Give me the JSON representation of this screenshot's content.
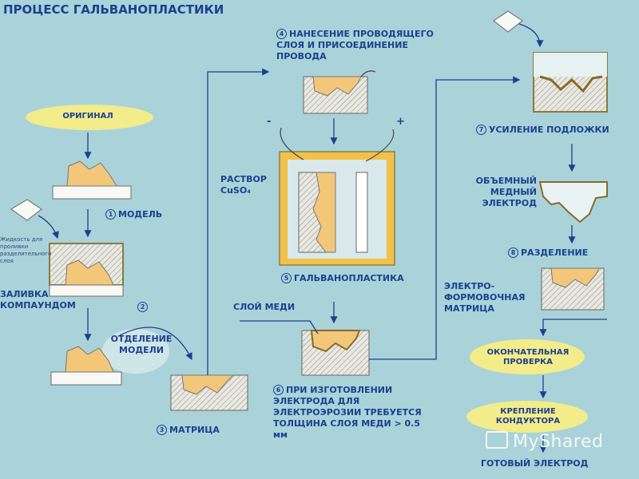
{
  "title": "ПРОЦЕСС ГАЛЬВАНОПЛАСТИКИ",
  "steps": {
    "original": "ОРИГИНАЛ",
    "model": "МОДЕЛЬ",
    "model_num": "1",
    "compound": "ЗАЛИВКА КОМПАУНДОМ",
    "separation_num": "2",
    "separation_model": "ОТДЕЛЕНИЕ МОДЕЛИ",
    "matrix_num": "3",
    "matrix": "МАТРИЦА",
    "conductive_num": "4",
    "conductive": "НАНЕСЕНИЕ ПРОВОДЯЩЕГО СЛОЯ И ПРИСОЕДИНЕНИЕ ПРОВОДА",
    "solution": "РАСТВОР CuSO₄",
    "galvano_num": "5",
    "galvano": "ГАЛЬВАНОПЛАСТИКА",
    "copper_layer": "СЛОЙ МЕДИ",
    "note_num": "6",
    "note": "ПРИ ИЗГОТОВЛЕНИИ ЭЛЕКТРОДА ДЛЯ ЭЛЕКТРОЭРОЗИИ ТРЕБУЕТСЯ ТОЛЩИНА СЛОЯ МЕДИ > 0.5 мм",
    "reinforce_num": "7",
    "reinforce": "УСИЛЕНИЕ ПОДЛОЖКИ",
    "volume_electrode": "ОБЪЕМНЫЙ МЕДНЫЙ ЭЛЕКТРОД",
    "divide_num": "8",
    "divide": "РАЗДЕЛЕНИЕ",
    "eform_matrix": "ЭЛЕКТРО-ФОРМОВОЧНАЯ МАТРИЦА",
    "final_check": "ОКОНЧАТЕЛЬНАЯ ПРОВЕРКА",
    "fixture": "КРЕПЛЕНИЕ КОНДУКТОРА",
    "ready": "ГОТОВЫЙ ЭЛЕКТРОД",
    "side_note": "Жидкость для проливки разделительного слоя",
    "plus": "+",
    "minus": "-"
  },
  "watermark": "MyShared",
  "colors": {
    "background": "#a9d3d9",
    "text": "#1d3f8f",
    "pill": "#f3ec8a",
    "model": "#f2c77a",
    "box": "#f1c14a"
  }
}
